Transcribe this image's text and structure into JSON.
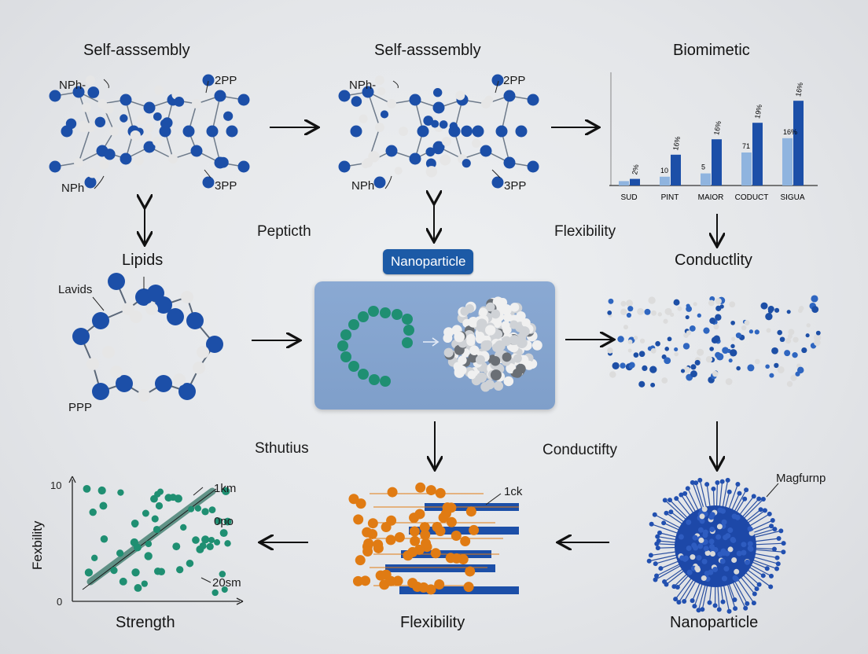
{
  "titles": {
    "top_left": "Self-asssembly",
    "top_middle": "Self-asssembly",
    "top_right": "Biomimetic",
    "lipids": "Lipids",
    "nanoparticle_badge": "Nanoparticle",
    "conductivity_right": "Conductlity",
    "bottom_left": "Strength",
    "bottom_middle": "Flexibility",
    "bottom_right": "Nanoparticle"
  },
  "middle_labels": {
    "pepticth": "Pepticth",
    "flexibility": "Flexibility",
    "sthutius": "Sthutius",
    "conductifty": "Conductifty"
  },
  "molecule_labels": {
    "left": {
      "nph_top": "NPh-",
      "pp2": "2PP",
      "nph_bottom": "NPh",
      "pp3": "3PP"
    },
    "middle": {
      "nph_top": "NPh-",
      "pp2": "2PP",
      "nph_bottom": "NPh",
      "pp3": "3PP"
    },
    "lipid": {
      "lavids": "Lavids",
      "ppp": "PPP"
    },
    "sphere": "Magfurnp",
    "bars": "1ck"
  },
  "scatter": {
    "ylabel": "Fexbility",
    "ymax": "10",
    "ymin": "0",
    "annotations": [
      "1km",
      "0po",
      "20sm"
    ]
  },
  "chart_data": {
    "type": "bar",
    "categories": [
      "SUD",
      "PINT",
      "MAIOR",
      "CODUCT",
      "SIGUA"
    ],
    "series": [
      {
        "values": [
          4,
          8,
          11,
          30,
          43
        ]
      },
      {
        "values": [
          6,
          28,
          42,
          57,
          77
        ]
      }
    ],
    "value_labels": [
      [
        "",
        "2%"
      ],
      [
        "10",
        "16%"
      ],
      [
        "5",
        "16%"
      ],
      [
        "71",
        "19%"
      ],
      [
        "16%",
        "16%"
      ]
    ],
    "ylim": [
      0,
      100
    ]
  },
  "colors": {
    "blue": "#1c4fa8",
    "light_blue": "#8fb4df",
    "teal": "#1f8f72",
    "orange": "#e07b13",
    "white_atom": "#e6e6e6"
  }
}
